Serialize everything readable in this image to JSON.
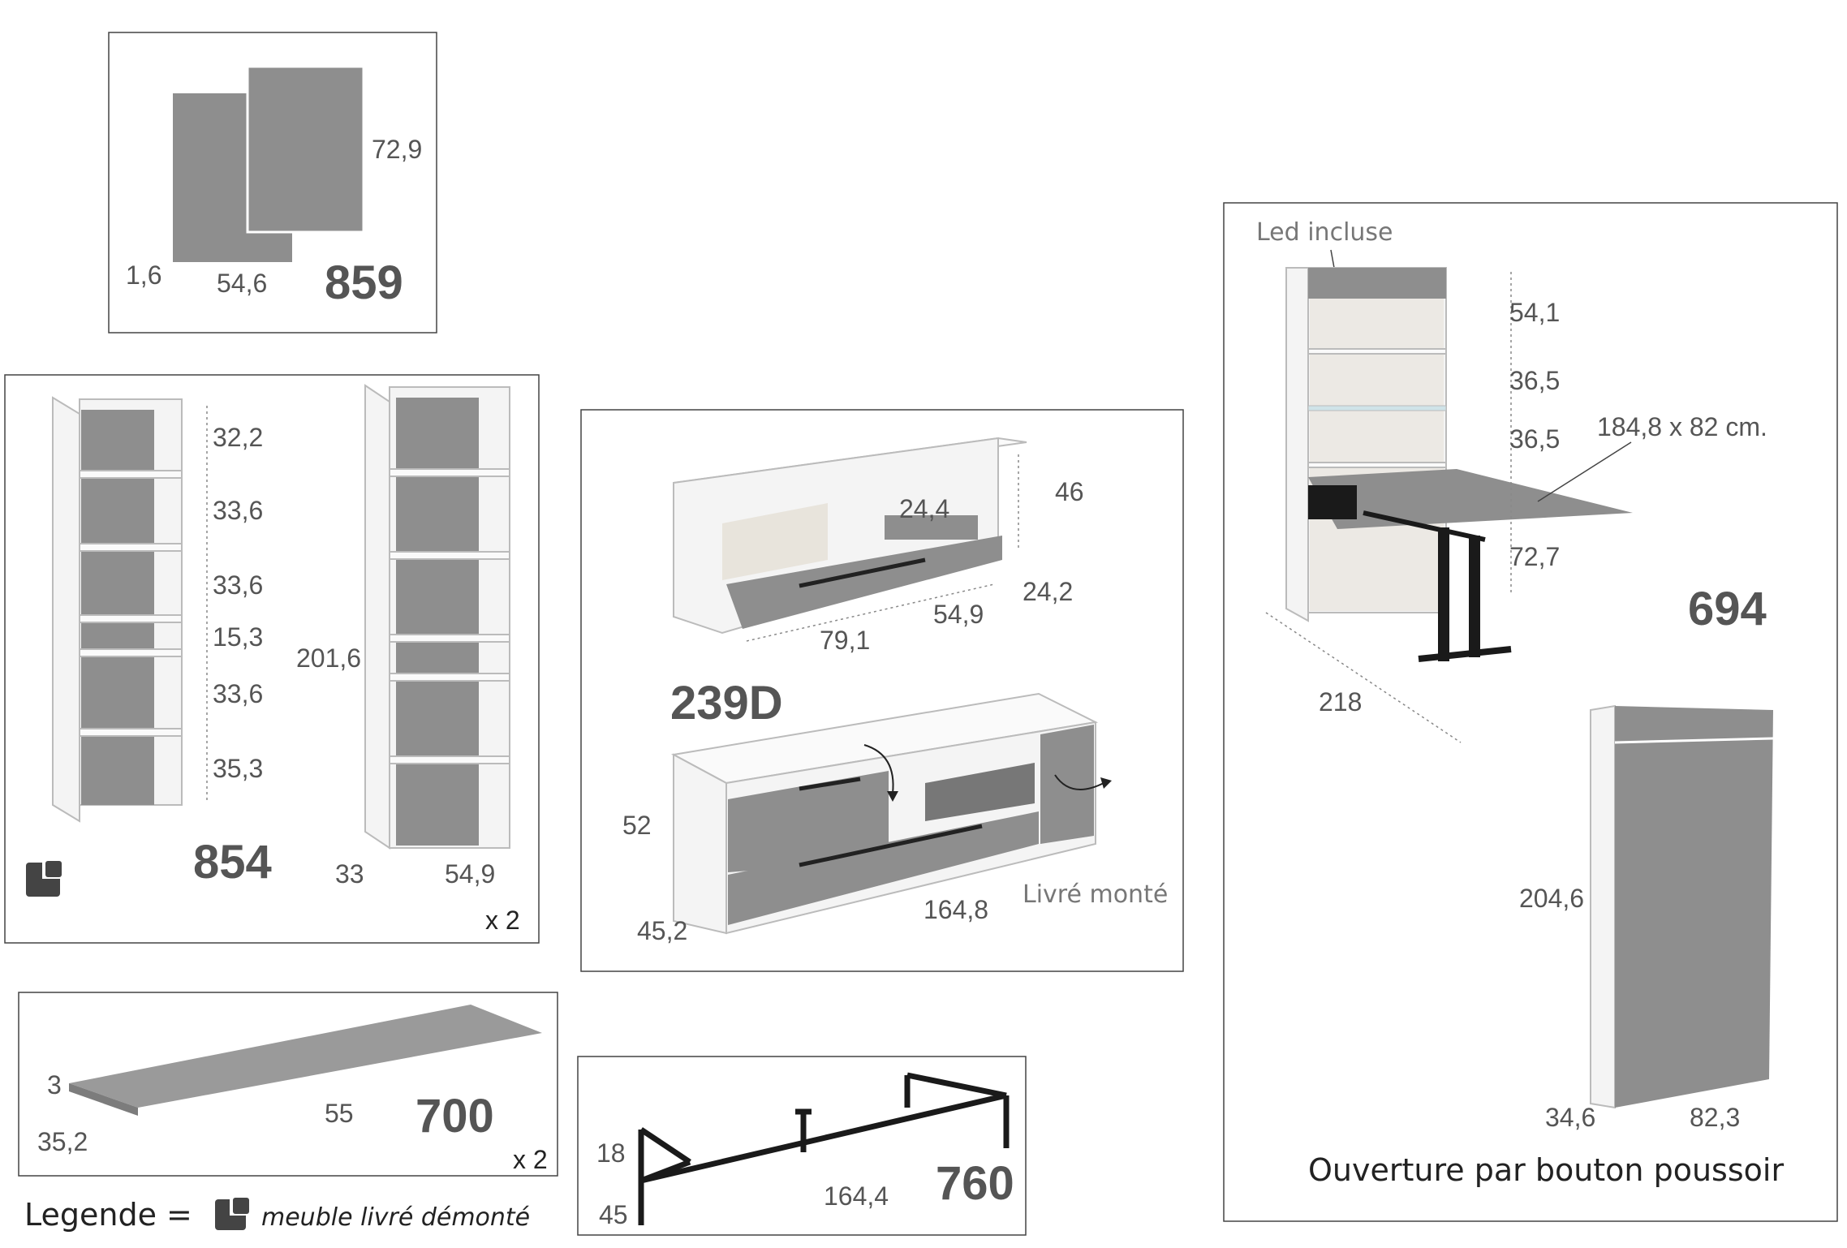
{
  "item859": {
    "code": "859",
    "width": "54,6",
    "height": "72,9",
    "depth": "1,6"
  },
  "item854": {
    "code": "854",
    "qty": "x 2",
    "heights": [
      "32,2",
      "33,6",
      "33,6",
      "15,3",
      "33,6",
      "35,3"
    ],
    "total_height": "201,6",
    "depth": "33",
    "width": "54,9",
    "icon": "disassembled-furniture-icon"
  },
  "item239": {
    "code": "239D",
    "height": "46",
    "inner_height": "24,4",
    "depth_top": "24,2",
    "inner_width_a": "79,1",
    "inner_width_b": "54,9",
    "front_height": "52",
    "front_depth": "45,2",
    "front_width": "164,8",
    "note": "Livré monté"
  },
  "item700": {
    "code": "700",
    "qty": "x 2",
    "thickness": "3",
    "depth": "35,2",
    "width": "55"
  },
  "item760": {
    "code": "760",
    "height": "18",
    "depth": "45",
    "width": "164,4"
  },
  "item694": {
    "code": "694",
    "led_note": "Led incluse",
    "heights": [
      "54,1",
      "36,5",
      "36,5",
      "72,7"
    ],
    "table_size": "184,8 x 82 cm.",
    "width": "218",
    "closed_height": "204,6",
    "closed_depth": "34,6",
    "closed_width": "82,3",
    "caption": "Ouverture par bouton poussoir"
  },
  "legend": {
    "label": "Legende =",
    "text": "meuble livré démonté",
    "icon": "disassembled-furniture-icon"
  },
  "colors": {
    "panel_grey": "#8e8e8e",
    "carcass_white": "#f4f4f4",
    "metal_black": "#1a1a1a",
    "frame": "#444444"
  }
}
